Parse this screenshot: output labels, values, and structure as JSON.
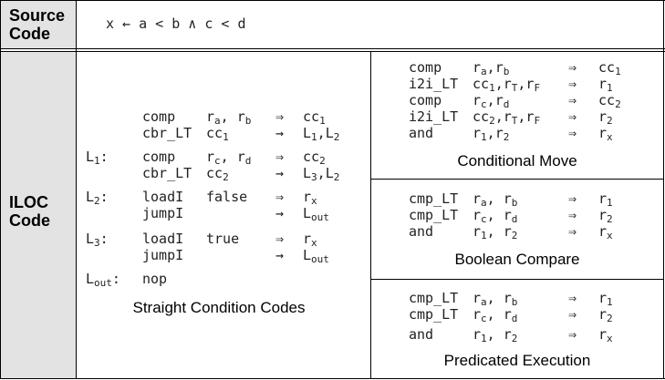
{
  "source": {
    "label_line1": "Source",
    "label_line2": "Code",
    "expr": "x ← a < b ∧ c < d"
  },
  "iloc": {
    "label_line1": "ILOC",
    "label_line2": "Code"
  },
  "straight": {
    "caption": "Straight Condition Codes",
    "rows": [
      {
        "label": "",
        "op": "comp",
        "args": "r_a, r_b",
        "arrow": "⇒",
        "dest": "cc_1"
      },
      {
        "label": "",
        "op": "cbr_LT",
        "args": "cc_1",
        "arrow": "→",
        "dest": "L_1,L_2"
      },
      {
        "label": "L_1:",
        "op": "comp",
        "args": "r_c, r_d",
        "arrow": "⇒",
        "dest": "cc_2"
      },
      {
        "label": "",
        "op": "cbr_LT",
        "args": "cc_2",
        "arrow": "→",
        "dest": "L_3,L_2"
      },
      {
        "label": "L_2:",
        "op": "loadI",
        "args": "false",
        "arrow": "⇒",
        "dest": "r_x"
      },
      {
        "label": "",
        "op": "jumpI",
        "args": "",
        "arrow": "→",
        "dest": "L_out"
      },
      {
        "label": "L_3:",
        "op": "loadI",
        "args": "true",
        "arrow": "⇒",
        "dest": "r_x"
      },
      {
        "label": "",
        "op": "jumpI",
        "args": "",
        "arrow": "→",
        "dest": "L_out"
      },
      {
        "label": "L_out:",
        "op": "nop",
        "args": "",
        "arrow": "",
        "dest": ""
      }
    ]
  },
  "conditional_move": {
    "caption": "Conditional Move",
    "rows": [
      {
        "op": "comp",
        "args": "r_a,r_b",
        "arrow": "⇒",
        "dest": "cc_1"
      },
      {
        "op": "i2i_LT",
        "args": "cc_1,r_T,r_F",
        "arrow": "⇒",
        "dest": "r_1"
      },
      {
        "op": "comp",
        "args": "r_c,r_d",
        "arrow": "⇒",
        "dest": "cc_2"
      },
      {
        "op": "i2i_LT",
        "args": "cc_2,r_T,r_F",
        "arrow": "⇒",
        "dest": "r_2"
      },
      {
        "op": "and",
        "args": "r_1,r_2",
        "arrow": "⇒",
        "dest": "r_x"
      }
    ]
  },
  "boolean_compare": {
    "caption": "Boolean Compare",
    "rows": [
      {
        "op": "cmp_LT",
        "args": "r_a, r_b",
        "arrow": "⇒",
        "dest": "r_1"
      },
      {
        "op": "cmp_LT",
        "args": "r_c, r_d",
        "arrow": "⇒",
        "dest": "r_2"
      },
      {
        "op": "and",
        "args": "r_1, r_2",
        "arrow": "⇒",
        "dest": "r_x"
      }
    ]
  },
  "predicated": {
    "caption": "Predicated Execution",
    "rows": [
      {
        "op": "cmp_LT",
        "args": "r_a, r_b",
        "arrow": "⇒",
        "dest": "r_1"
      },
      {
        "op": "cmp_LT",
        "args": "r_c, r_d",
        "arrow": "⇒",
        "dest": "r_2"
      },
      {
        "op": "and",
        "args": "r_1, r_2",
        "arrow": "⇒",
        "dest": "r_x"
      }
    ]
  }
}
